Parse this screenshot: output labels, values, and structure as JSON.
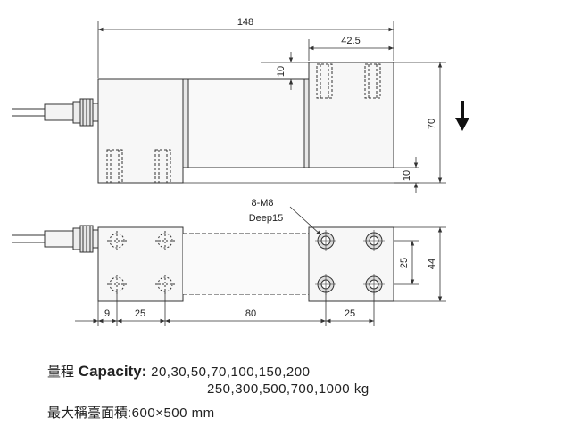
{
  "dimensions": {
    "overall_length": "148",
    "top_block_width": "42.5",
    "top_offset": "10",
    "height": "70",
    "bottom_offset": "10",
    "hole_label": "8-M8",
    "hole_depth": "Deep15",
    "hole_spacing_v": "25",
    "width": "44",
    "edge_left": "9",
    "hole_spacing_left": "25",
    "middle_length": "80",
    "hole_spacing_right": "25"
  },
  "load_arrow": "down-arrow-icon",
  "specs": {
    "capacity_label_cn": "量程",
    "capacity_label_en": "Capacity:",
    "capacity_values_1": "20,30,50,70,100,150,200",
    "capacity_values_2": "250,300,500,700,1000 kg",
    "platform_label_cn": "最大稱臺面積",
    "platform_value": ":600×500  mm"
  }
}
